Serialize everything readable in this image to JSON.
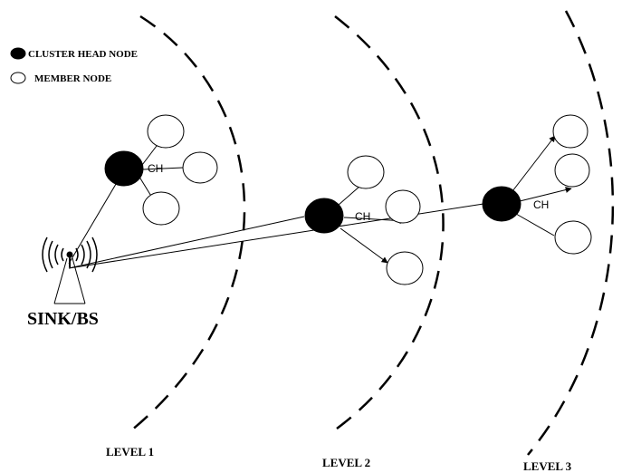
{
  "legend": {
    "cluster_head_label": "CLUSTER HEAD NODE",
    "member_label": "MEMBER NODE"
  },
  "sink": {
    "label": "SINK/BS"
  },
  "cluster_heads": [
    {
      "label": "CH"
    },
    {
      "label": "CH"
    },
    {
      "label": "CH"
    }
  ],
  "levels": [
    {
      "label": "LEVEL 1"
    },
    {
      "label": "LEVEL 2"
    },
    {
      "label": "LEVEL 3"
    }
  ],
  "colors": {
    "cluster_head_fill": "#000000",
    "member_fill": "#ffffff",
    "line": "#000000",
    "background": "#ffffff"
  }
}
